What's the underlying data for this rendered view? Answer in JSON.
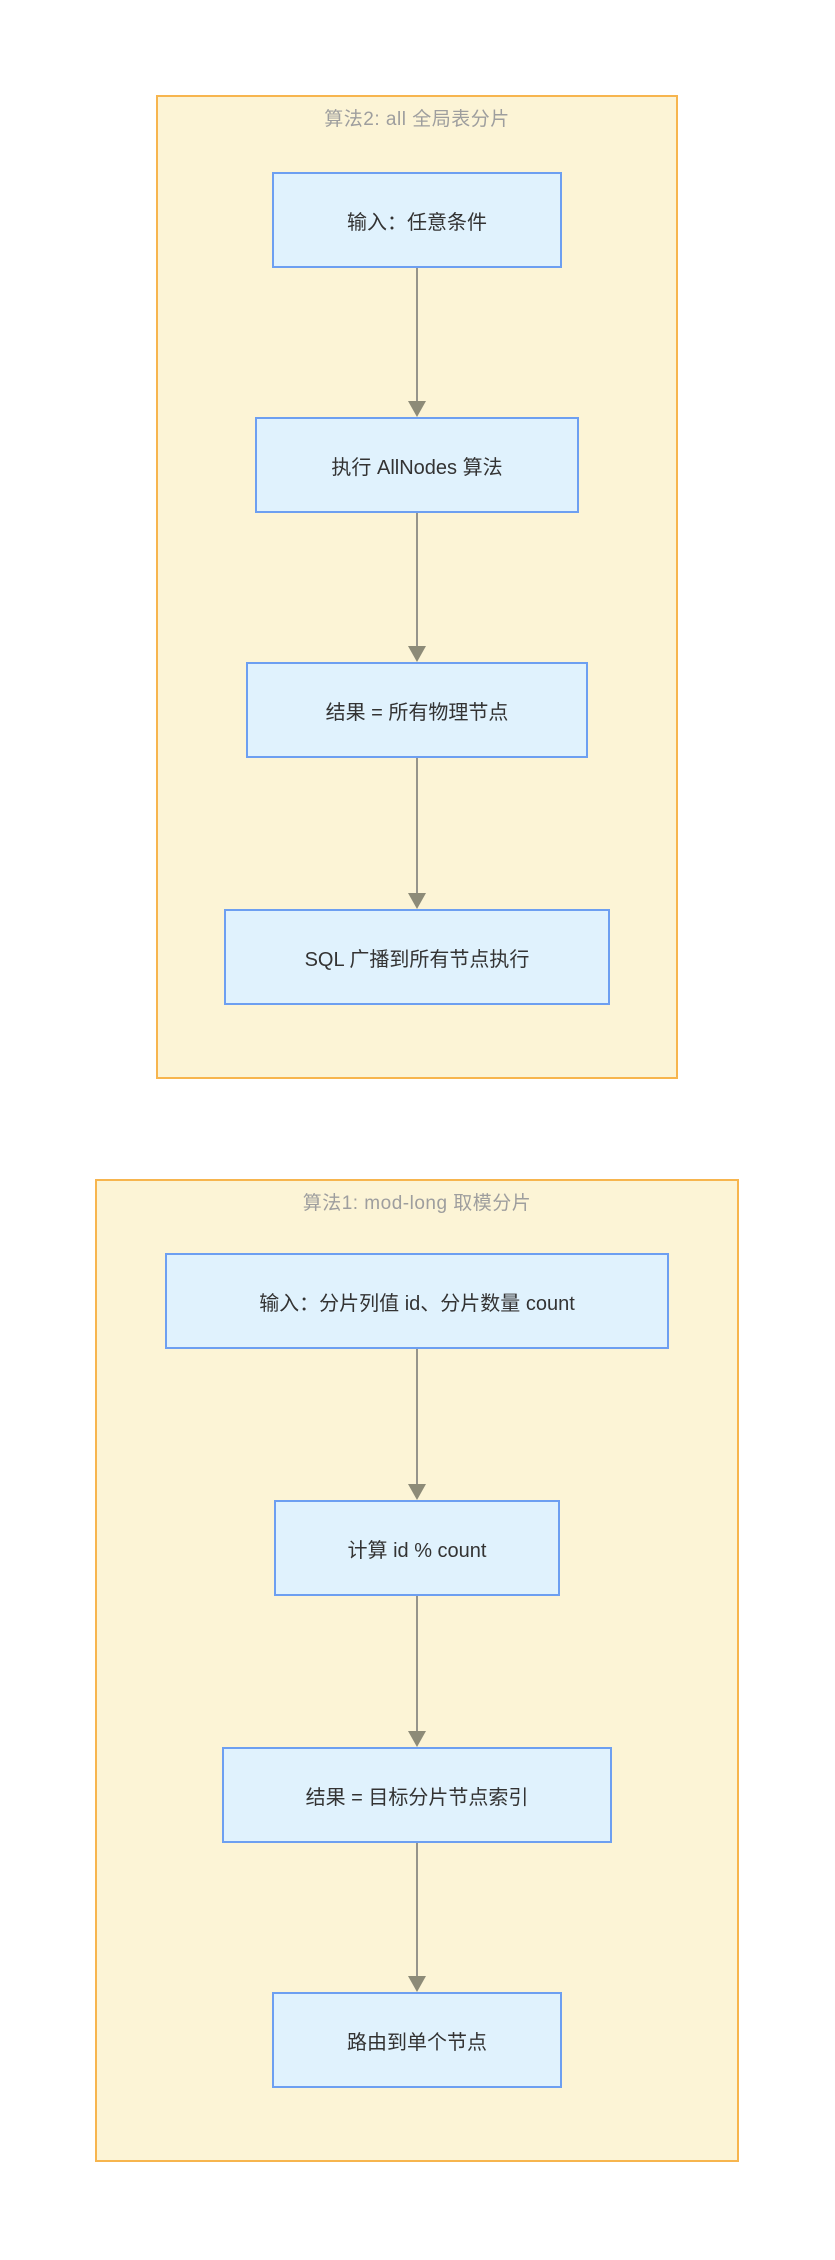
{
  "diagram": {
    "type": "flowchart",
    "direction": "top-down",
    "colors": {
      "page_background": "#ffffff",
      "cluster_fill": "#fcf4d6",
      "cluster_border": "#f7b54e",
      "cluster_title_text": "#9e9e9e",
      "node_fill": "#e0f2fd",
      "node_border": "#6d9ff1",
      "node_text": "#333333",
      "edge_line": "#96948b",
      "arrowhead": "#8d8b78"
    },
    "clusters": [
      {
        "title": "算法2: all 全局表分片",
        "nodes": [
          {
            "label": "输入：任意条件"
          },
          {
            "label": "执行 AllNodes 算法"
          },
          {
            "label": "结果 = 所有物理节点"
          },
          {
            "label": "SQL 广播到所有节点执行"
          }
        ]
      },
      {
        "title": "算法1: mod-long 取模分片",
        "nodes": [
          {
            "label": "输入：分片列值 id、分片数量 count"
          },
          {
            "label": "计算 id % count"
          },
          {
            "label": "结果 = 目标分片节点索引"
          },
          {
            "label": "路由到单个节点"
          }
        ]
      }
    ]
  }
}
